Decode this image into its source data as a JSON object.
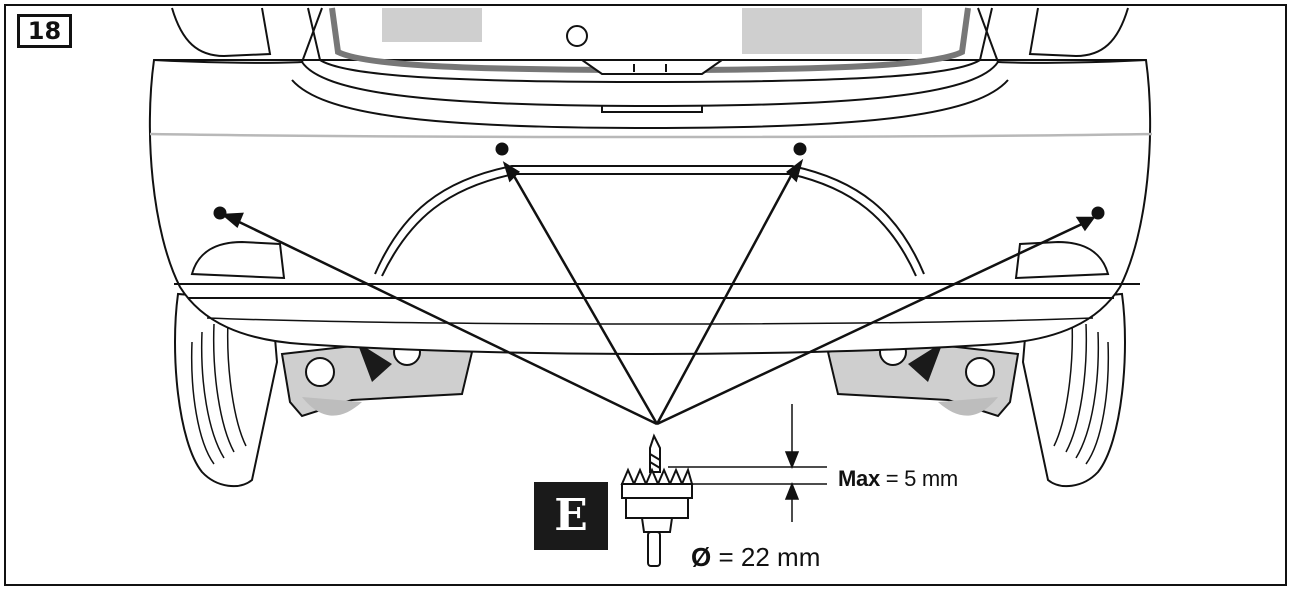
{
  "step": {
    "number": "18"
  },
  "tool_badge": {
    "letter": "E"
  },
  "max_depth": {
    "prefix": "Max",
    "equals": "=",
    "value": "5 mm"
  },
  "diameter": {
    "symbol": "Ø",
    "equals": "=",
    "value": "22 mm"
  },
  "hole_marks": {
    "count": 4
  }
}
